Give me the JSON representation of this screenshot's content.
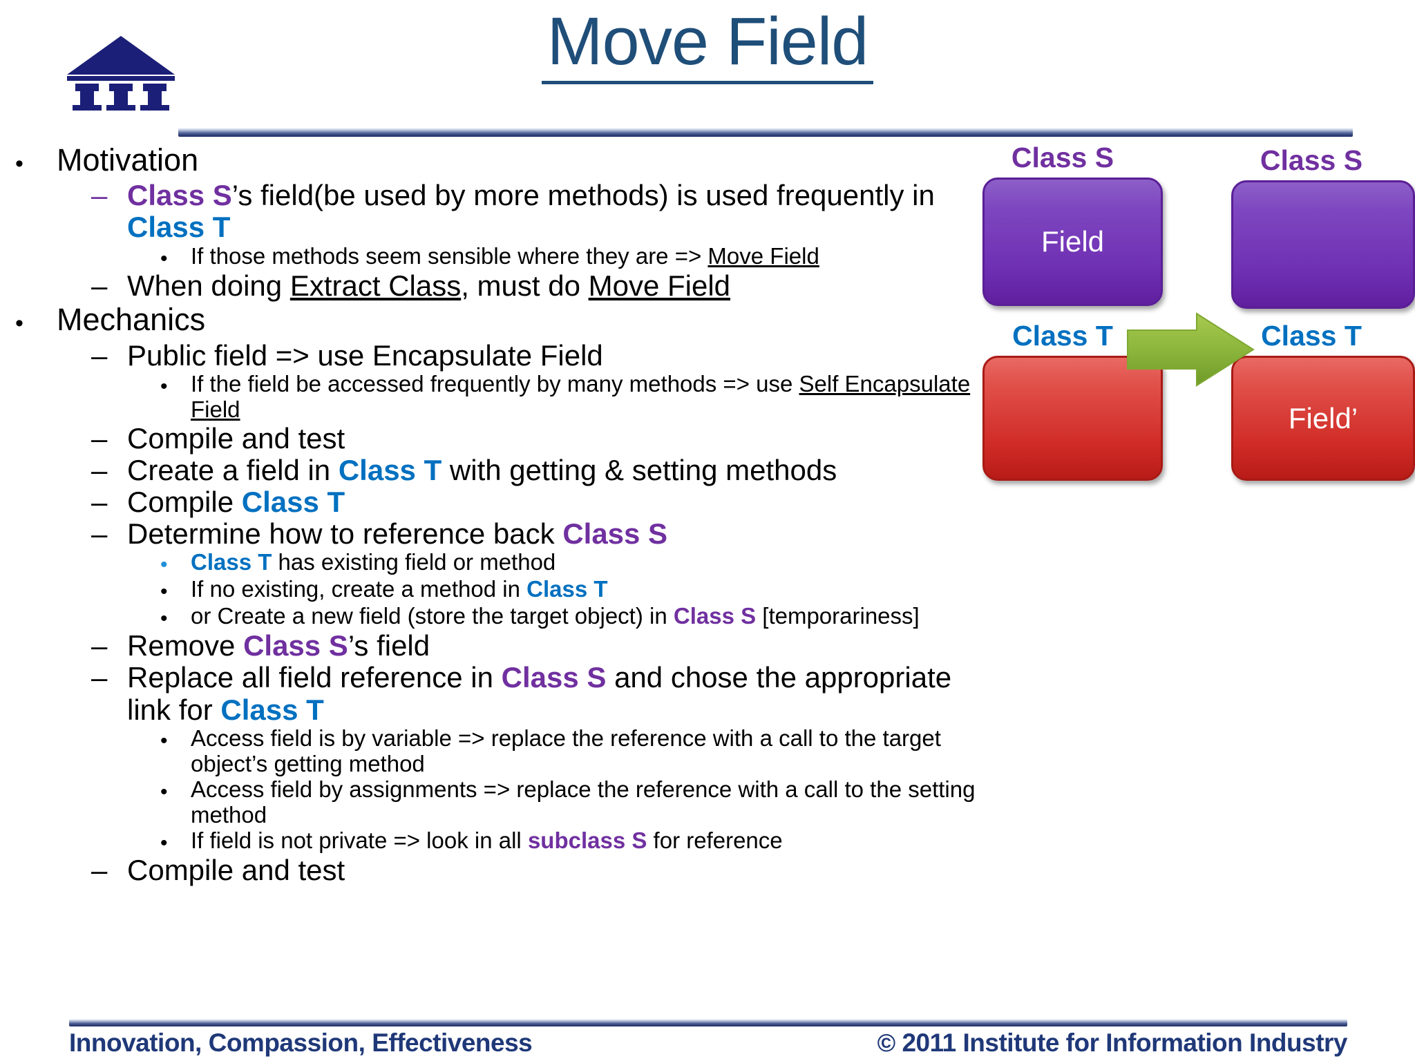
{
  "slide": {
    "title": "Move Field",
    "logo_icon": "institute-building-logo"
  },
  "outline": [
    {
      "level": 1,
      "marker": "•",
      "name": "bullet-motivation",
      "text": "Motivation"
    },
    {
      "level": 2,
      "marker": "–",
      "marker_color": "purple",
      "name": "bullet-class-s-field-used-frequently",
      "html": "<span class=\"cs\">Class S</span>’s field(be used by more methods) is used frequently in <span class=\"ct\">Class T</span>"
    },
    {
      "level": 3,
      "marker": "•",
      "name": "bullet-methods-sensible-move-field",
      "html": "If those methods seem sensible where they are =&gt; <span class=\"u\">Move Field</span>"
    },
    {
      "level": 2,
      "marker": "–",
      "name": "bullet-extract-class-must-move-field",
      "html": "When doing <span class=\"u\">Extract Class</span>, must do <span class=\"u\">Move Field</span>"
    },
    {
      "level": 1,
      "marker": "•",
      "name": "bullet-mechanics",
      "text": "Mechanics"
    },
    {
      "level": 2,
      "marker": "–",
      "name": "bullet-public-field-encapsulate",
      "html": "Public field =&gt; use Encapsulate Field"
    },
    {
      "level": 3,
      "marker": "•",
      "name": "bullet-self-encapsulate-field",
      "html": "If the field be accessed frequently by many methods =&gt; use <span class=\"u\">Self Encapsulate Field</span>"
    },
    {
      "level": 2,
      "marker": "–",
      "name": "bullet-compile-and-test-1",
      "html": "Compile and test"
    },
    {
      "level": 2,
      "marker": "–",
      "name": "bullet-create-field-in-class-t",
      "html": "Create a field in <span class=\"ct\">Class T</span> with getting &amp; setting methods"
    },
    {
      "level": 2,
      "marker": "–",
      "name": "bullet-compile-class-t",
      "html": "Compile <span class=\"ct\">Class T</span>"
    },
    {
      "level": 2,
      "marker": "–",
      "name": "bullet-determine-reference-back-class-s",
      "html": "Determine how to reference back <span class=\"cs\">Class S</span>"
    },
    {
      "level": 3,
      "marker": "•",
      "marker_color": "blue",
      "name": "bullet-class-t-has-existing-field",
      "html": "<span class=\"ct\">Class T</span> has existing field or method"
    },
    {
      "level": 3,
      "marker": "•",
      "name": "bullet-if-no-existing-create-method",
      "html": "If no existing, create a method in <span class=\"ct\">Class T</span>"
    },
    {
      "level": 3,
      "marker": "•",
      "name": "bullet-create-new-field-store-target",
      "html": "or Create a new field (store the target object) in <span class=\"cs\">Class S</span> [temporariness]"
    },
    {
      "level": 2,
      "marker": "–",
      "name": "bullet-remove-class-s-field",
      "html": "Remove <span class=\"cs\">Class S</span>’s field"
    },
    {
      "level": 2,
      "marker": "–",
      "name": "bullet-replace-all-field-reference",
      "html": "Replace all field reference in <span class=\"cs\">Class S</span> and chose the appropriate link for <span class=\"ct\">Class T</span>"
    },
    {
      "level": 3,
      "marker": "•",
      "name": "bullet-access-field-by-variable",
      "html": "Access field is by variable =&gt; replace the reference with a call to the target object’s getting method"
    },
    {
      "level": 3,
      "marker": "•",
      "name": "bullet-access-field-by-assignments",
      "html": "Access field by assignments =&gt; replace the reference with a call to the setting method"
    },
    {
      "level": 3,
      "marker": "•",
      "name": "bullet-field-not-private-subclass",
      "html": "If field is not private =&gt; look in all <span class=\"cs\">subclass S</span> for reference"
    },
    {
      "level": 2,
      "marker": "–",
      "name": "bullet-compile-and-test-2",
      "html": "Compile and test"
    }
  ],
  "diagram": {
    "before": {
      "class_s_caption": "Class S",
      "class_s_field": "Field",
      "class_t_caption": "Class T",
      "class_t_field": ""
    },
    "after": {
      "class_s_caption": "Class S",
      "class_s_field": "",
      "class_t_caption": "Class T",
      "class_t_field": "Field’"
    },
    "arrow_icon": "right-arrow-icon"
  },
  "footer": {
    "slogan": "Innovation, Compassion, Effectiveness",
    "copyright_mark": "©",
    "copyright": "2011 Institute for Information Industry"
  },
  "colors": {
    "title": "#1F4E79",
    "class_s": "#7030A0",
    "class_t": "#0070C0",
    "footer_text": "#1F3878",
    "purple_box": "#7030A0",
    "red_box": "#D02B26",
    "arrow_green": "#8CB63C"
  }
}
